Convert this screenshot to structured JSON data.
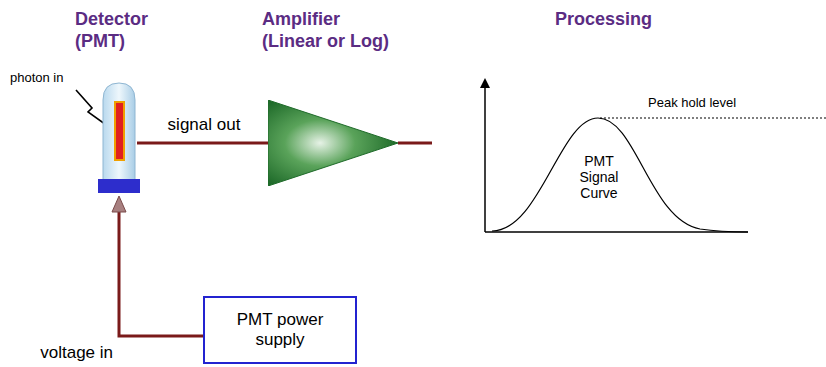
{
  "diagram": {
    "nodes": [
      {
        "text": [
          "Detector (PMT)"
        ]
      },
      {
        "text": [
          "Amplifier (Linear or Log)"
        ]
      },
      {
        "text": [
          "PMT power supply"
        ]
      }
    ],
    "edges": [
      {
        "from": 0,
        "to": 1,
        "label": "signal out",
        "arrow": "none"
      },
      {
        "from": 2,
        "to": 0,
        "label": "voltage in",
        "arrow": "to"
      }
    ],
    "labels": [
      "Processing",
      "photon in",
      "Peak hold level",
      "PMT Signal Curve"
    ]
  }
}
